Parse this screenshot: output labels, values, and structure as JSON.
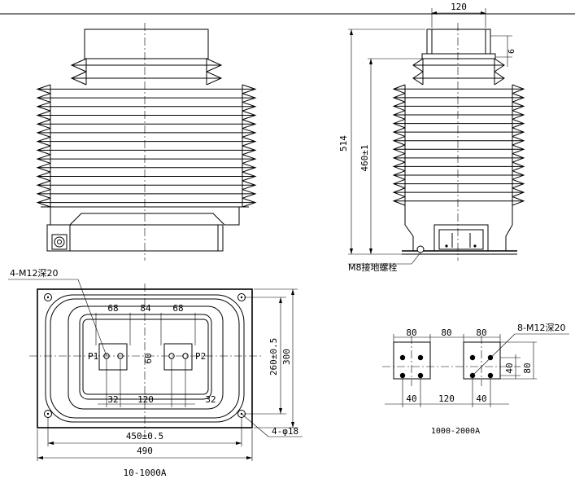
{
  "drawing": {
    "front_view": {
      "dims": {
        "width_top": "120",
        "height_total": "514",
        "height_body": "460±1",
        "fin_gap": "6"
      },
      "ground_label": "M8接地螺栓"
    },
    "plan_view": {
      "thread_label": "4-M12深20",
      "spacing_top": [
        "68",
        "84",
        "68"
      ],
      "terminal_p1": "P1",
      "terminal_p2": "P2",
      "height_inner": "60",
      "spacing_bottom": [
        "32",
        "120",
        "32"
      ],
      "depth_inner": "260±0.5",
      "depth_outer": "300",
      "width_inner": "450±0.5",
      "width_outer": "490",
      "mount_holes": "4-φ18",
      "caption": "10-1000A"
    },
    "terminal_detail": {
      "thread_label": "8-M12深20",
      "spacing_top": [
        "80",
        "80",
        "80"
      ],
      "spacing_bottom": [
        "40",
        "120",
        "40"
      ],
      "height_inner": "40",
      "height_outer": "80",
      "caption": "1000-2000A"
    }
  }
}
